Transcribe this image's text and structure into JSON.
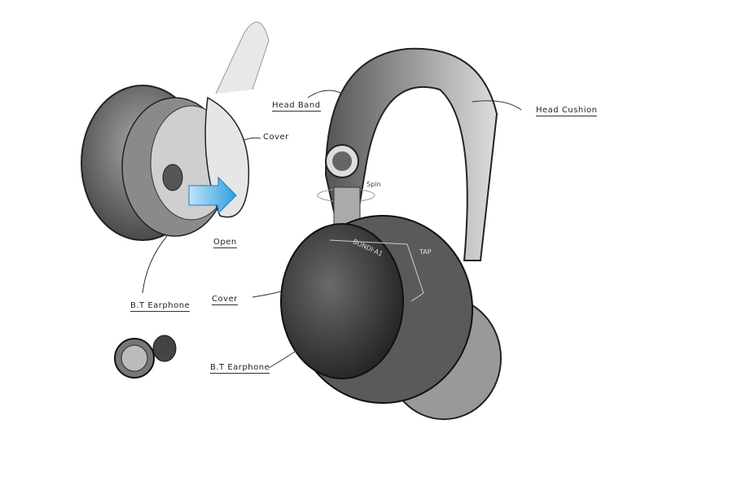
{
  "labels": {
    "head_band": "Head Band",
    "head_cushion": "Head Cushion",
    "cover_top": "Cover",
    "open": "Open",
    "bt_earphone_left": "B.T Earphone",
    "cover_main": "Cover",
    "bt_earphone_main": "B.T Earphone",
    "spin": "Spin",
    "brand_mark": "BONDI·A1",
    "tap": "TAP"
  },
  "colors": {
    "arrow": "#2e9fe0",
    "ink": "#222222",
    "body": "#3a3a3a"
  }
}
